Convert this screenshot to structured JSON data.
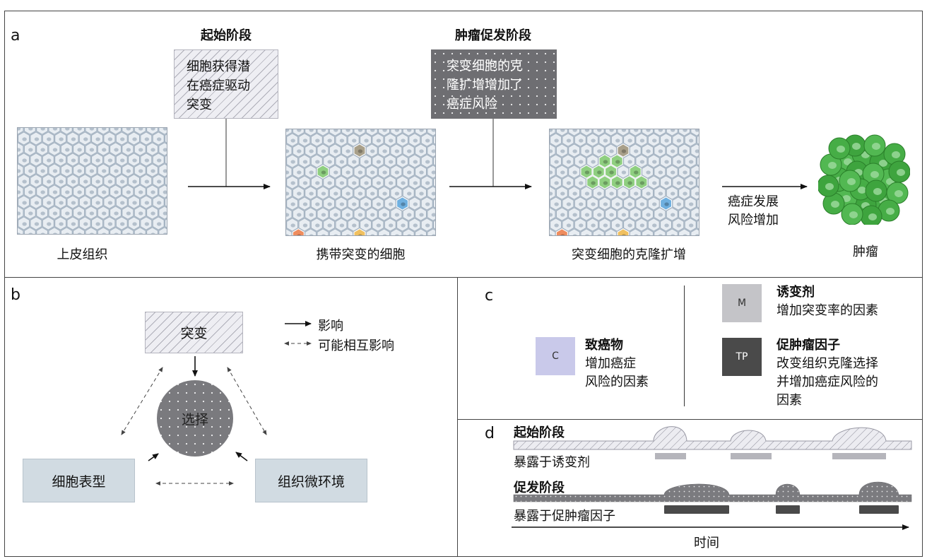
{
  "panel_a": {
    "letter": "a",
    "initiation_title": "起始阶段",
    "initiation_box_text": [
      "细胞获得潜",
      "在癌症驱动",
      "突变"
    ],
    "promotion_title": "肿瘤促发阶段",
    "promotion_box_text": [
      "突变细胞的克",
      "隆扩增增加了",
      "癌症风险"
    ],
    "tissue_label_1": "上皮组织",
    "tissue_label_2": "携带突变的细胞",
    "tissue_label_3": "突变细胞的克隆扩增",
    "risk_text": [
      "癌症发展",
      "风险增加"
    ],
    "tumor_label": "肿瘤"
  },
  "panel_b": {
    "letter": "b",
    "mutation": "突变",
    "selection": "选择",
    "phenotype": "细胞表型",
    "microenvironment": "组织微环境",
    "legend_solid": "影响",
    "legend_dashed": "可能相互影响"
  },
  "panel_c": {
    "letter": "c",
    "carcinogen_code": "C",
    "carcinogen_title": "致癌物",
    "carcinogen_desc": [
      "增加癌症",
      "风险的因素"
    ],
    "mutagen_code": "M",
    "mutagen_title": "诱变剂",
    "mutagen_desc": [
      "增加突变率的因素"
    ],
    "promoter_code": "TP",
    "promoter_title": "促肿瘤因子",
    "promoter_desc": [
      "改变组织克隆选择",
      "并增加癌症风险的",
      "因素"
    ]
  },
  "panel_d": {
    "letter": "d",
    "initiation_title": "起始阶段",
    "mutagen_exposure": "暴露于诱变剂",
    "promotion_title": "促发阶段",
    "promoter_exposure": "暴露于促肿瘤因子",
    "time_label": "时间"
  },
  "colors": {
    "carcinogen": "#c9c9ea",
    "mutagen": "#c4c4c8",
    "promoter": "#4a4a4a",
    "tissue": "#c7d1dc",
    "tumor": "#4cb04c"
  }
}
